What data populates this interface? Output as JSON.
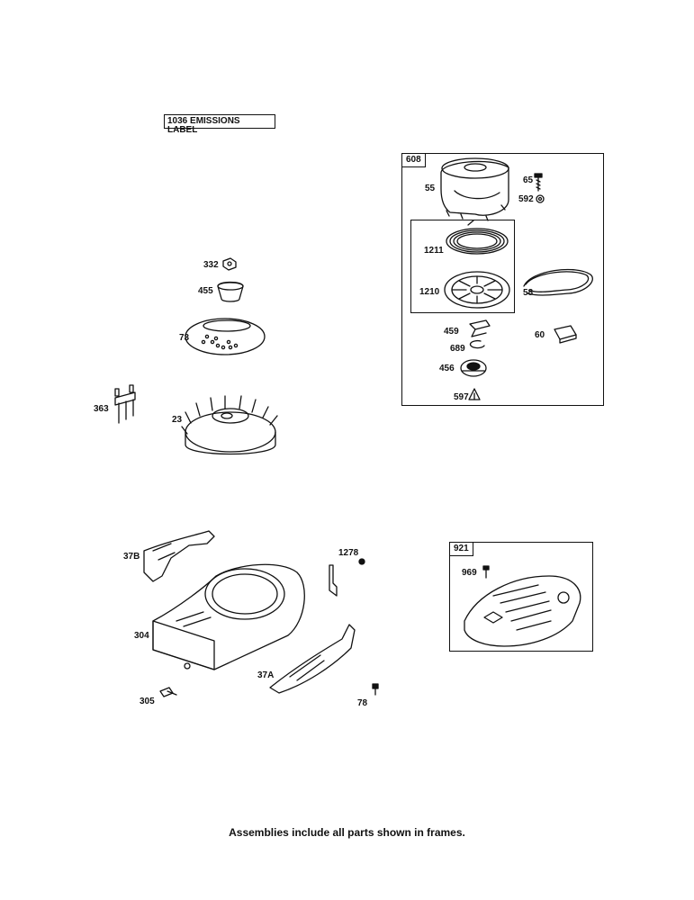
{
  "emissions_label": "1036 EMISSIONS LABEL",
  "footer": "Assemblies include all parts shown in frames.",
  "frames": {
    "rewind_starter": "608",
    "blower_cover": "921"
  },
  "part_labels": {
    "p55": "55",
    "p65": "65",
    "p592": "592",
    "p1211": "1211",
    "p1210": "1210",
    "p58": "58",
    "p459": "459",
    "p60": "60",
    "p689": "689",
    "p456": "456",
    "p597": "597",
    "p332": "332",
    "p455": "455",
    "p73": "73",
    "p363": "363",
    "p23": "23",
    "p37B": "37B",
    "p1278": "1278",
    "p304": "304",
    "p37A": "37A",
    "p305": "305",
    "p78": "78",
    "p969": "969"
  }
}
